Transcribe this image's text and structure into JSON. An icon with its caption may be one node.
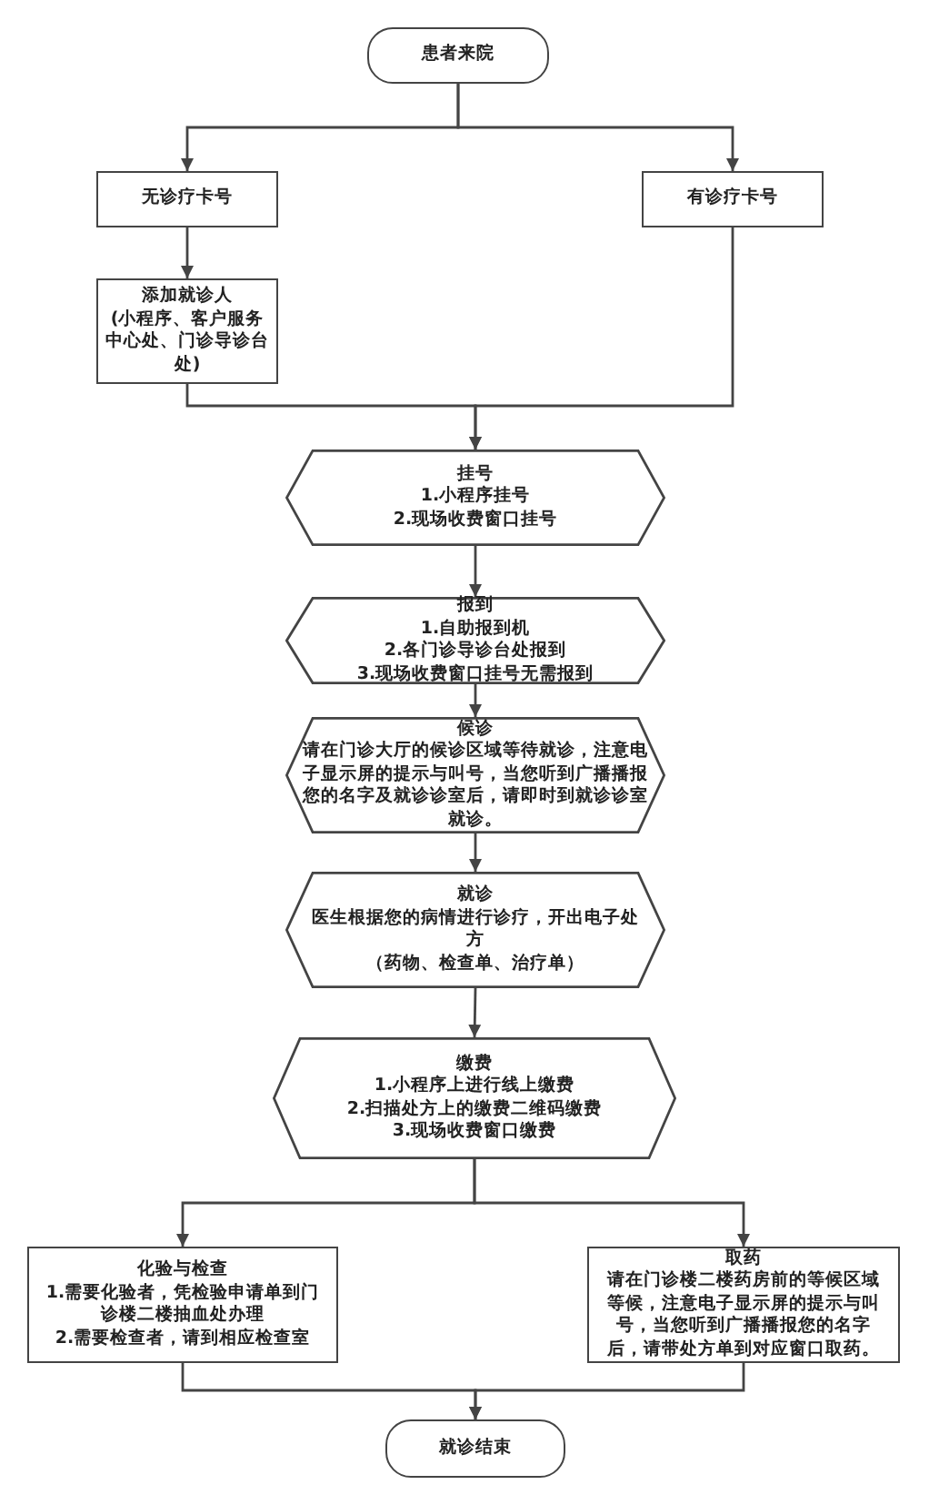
{
  "diagram": {
    "nodes": [
      {
        "text": [
          "患者来院"
        ]
      },
      {
        "text": [
          "无诊疗卡号"
        ]
      },
      {
        "text": [
          "有诊疗卡号"
        ]
      },
      {
        "text": [
          "添加就诊人",
          "(小程序、客户服务中心处、门诊导诊台处)"
        ]
      },
      {
        "text": [
          "挂号",
          "1.小程序挂号",
          "2.现场收费窗口挂号"
        ]
      },
      {
        "text": [
          "报到",
          "1.自助报到机",
          "2.各门诊导诊台处报到",
          "3.现场收费窗口挂号无需报到"
        ]
      },
      {
        "text": [
          "候诊",
          "请在门诊大厅的候诊区域等待就诊，注意电子显示屏的提示与叫号，当您听到广播播报您的名字及就诊诊室后，请即时到就诊诊室就诊。"
        ]
      },
      {
        "text": [
          "就诊",
          "医生根据您的病情进行诊疗，开出电子处方",
          "（药物、检查单、治疗单）"
        ]
      },
      {
        "text": [
          "缴费",
          "1.小程序上进行线上缴费",
          "2.扫描处方上的缴费二维码缴费",
          "3.现场收费窗口缴费"
        ]
      },
      {
        "text": [
          "化验与检查",
          "1.需要化验者，凭检验申请单到门诊楼二楼抽血处办理",
          "2.需要检查者，请到相应检查室"
        ]
      },
      {
        "text": [
          "取药",
          "请在门诊楼二楼药房前的等候区域等候，注意电子显示屏的提示与叫号，当您听到广播播报您的名字后，请带处方单到对应窗口取药。"
        ]
      },
      {
        "text": [
          "就诊结束"
        ]
      }
    ],
    "edges": [
      {
        "from": 0,
        "to": 1,
        "arrow": "to"
      },
      {
        "from": 0,
        "to": 2,
        "arrow": "to"
      },
      {
        "from": 1,
        "to": 3,
        "arrow": "to"
      },
      {
        "from": 3,
        "to": 4,
        "arrow": "to"
      },
      {
        "from": 2,
        "to": 4,
        "arrow": "to"
      },
      {
        "from": 4,
        "to": 5,
        "arrow": "to"
      },
      {
        "from": 5,
        "to": 6,
        "arrow": "to"
      },
      {
        "from": 6,
        "to": 7,
        "arrow": "to"
      },
      {
        "from": 7,
        "to": 8,
        "arrow": "to"
      },
      {
        "from": 8,
        "to": 9,
        "arrow": "to"
      },
      {
        "from": 8,
        "to": 10,
        "arrow": "to"
      },
      {
        "from": 9,
        "to": 11,
        "arrow": "to"
      },
      {
        "from": 10,
        "to": 11,
        "arrow": "to"
      }
    ]
  }
}
